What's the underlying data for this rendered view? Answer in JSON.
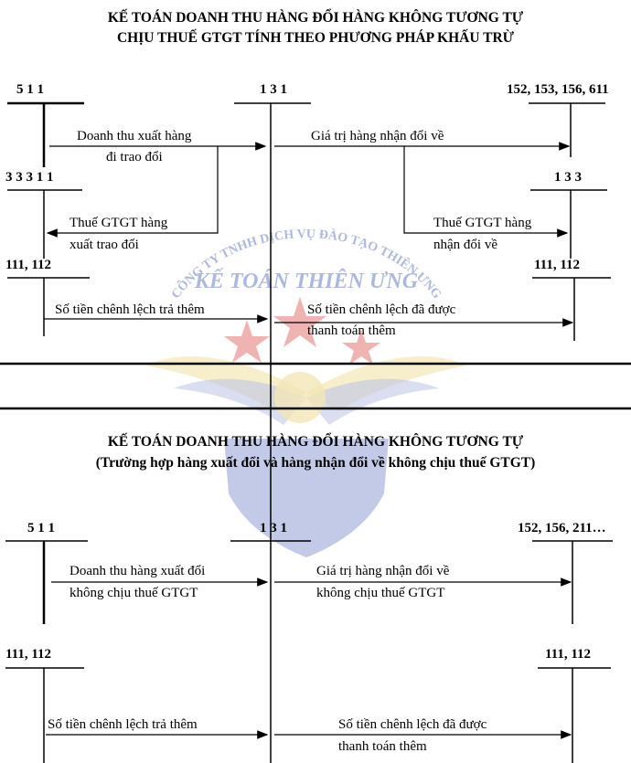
{
  "section1": {
    "title_line1": "KẾ TOÁN DOANH THU HÀNG ĐỔI HÀNG KHÔNG TƯƠNG TỰ",
    "title_line2": "CHỊU THUẾ GTGT TÍNH THEO PHƯƠNG PHÁP KHẤU TRỪ",
    "accounts": {
      "a511": "5 1 1",
      "a131": "1 3 1",
      "a152": "152, 153, 156, 611",
      "a33311": "3 3 3 1 1",
      "a133": "1 3 3",
      "a111_left": "111, 112",
      "a111_right": "111, 112"
    },
    "labels": {
      "revenue_1": "Doanh thu xuất hàng",
      "revenue_2": "đi trao đổi",
      "received_value": "Giá trị hàng nhận đổi về",
      "vat_out_1": "Thuế GTGT hàng",
      "vat_out_2": "xuất trao đổi",
      "vat_in_1": "Thuế GTGT hàng",
      "vat_in_2": "nhận đổi về",
      "pay_extra": "Số tiền chênh lệch trả thêm",
      "received_extra_1": "Số tiền chênh lệch đã được",
      "received_extra_2": "thanh toán thêm"
    }
  },
  "section2": {
    "title_line1": "KẾ TOÁN DOANH THU HÀNG ĐỔI HÀNG KHÔNG TƯƠNG TỰ",
    "title_line2": "(Trường hợp hàng xuất đổi và hàng nhận đổi về không chịu thuế GTGT)",
    "accounts": {
      "a511": "5 1 1",
      "a131": "1 3 1",
      "a152": "152, 156, 211…",
      "a111_left": "111, 112",
      "a111_right": "111, 112"
    },
    "labels": {
      "revenue_1": "Doanh thu hàng xuất đổi",
      "revenue_2": "không chịu thuế GTGT",
      "received_1": "Giá trị hàng nhận đổi về",
      "received_2": "không chịu thuế GTGT",
      "pay_extra": "Số tiền chênh lệch trả thêm",
      "received_extra_1": "Số tiền chênh lệch đã được",
      "received_extra_2": "thanh toán thêm"
    }
  },
  "watermark": {
    "company": "CÔNG TY TNHH DỊCH VỤ ĐÀO TẠO THIÊN ƯNG",
    "brand": "KẾ TOÁN THIÊN ƯNG"
  },
  "colors": {
    "ink": "#000000",
    "wm_blue": "#6b7fc4",
    "wm_red": "#d9534f",
    "wm_gold": "#e8d27a"
  }
}
